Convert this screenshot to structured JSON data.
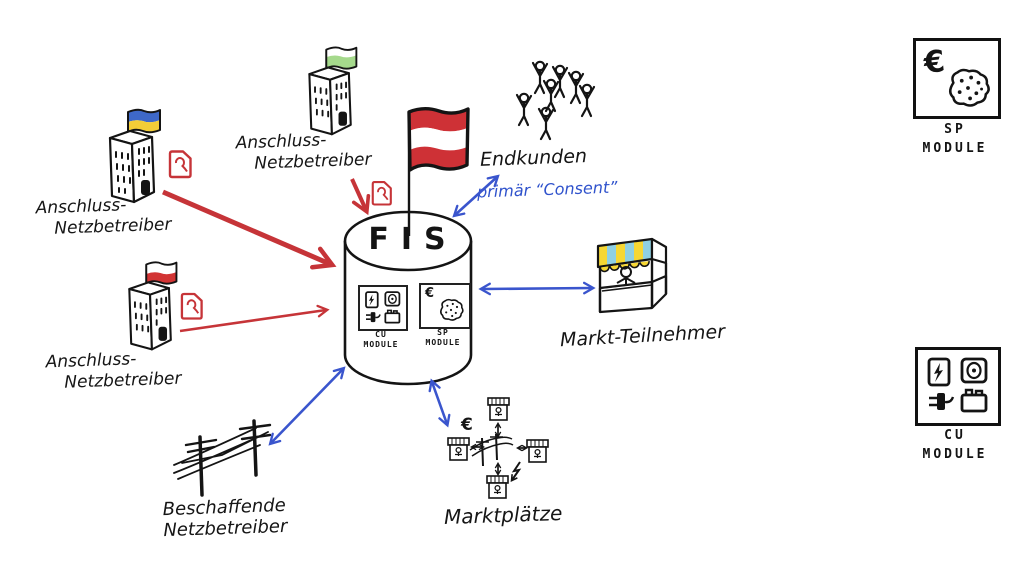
{
  "palette": {
    "ink": "#141414",
    "red": "#c63438",
    "blue": "#3a55cd",
    "ukraine_blue": "#3e68c8",
    "ukraine_yellow": "#f3cd37",
    "flag_green": "#a5d98c",
    "poland_red": "#d23434",
    "austria_red": "#ce3136",
    "awning_yellow": "#f6d733",
    "awning_blue": "#8fd0e2"
  },
  "fis": {
    "title": "FIS",
    "cu": {
      "line1": "CU",
      "line2": "MODULE"
    },
    "sp": {
      "line1": "SP",
      "line2": "MODULE",
      "currency": "€"
    }
  },
  "nodes": {
    "anschluss_upper_left": {
      "line1": "Anschluss-",
      "line2": "Netzbetreiber"
    },
    "anschluss_top": {
      "line1": "Anschluss-",
      "line2": "Netzbetreiber"
    },
    "anschluss_lower_left": {
      "line1": "Anschluss-",
      "line2": "Netzbetreiber"
    },
    "endkunden": {
      "label": "Endkunden",
      "note": "primär “Consent”"
    },
    "markt_teilnehmer": {
      "label": "Markt-Teilnehmer"
    },
    "marktplaetze": {
      "label": "Marktplätze",
      "currency": "€"
    },
    "beschaffende": {
      "line1": "Beschaffende",
      "line2": "Netzbetreiber"
    }
  },
  "legend": {
    "sp": {
      "line1": "SP",
      "line2": "MODULE",
      "currency": "€"
    },
    "cu": {
      "line1": "CU",
      "line2": "MODULE"
    }
  }
}
